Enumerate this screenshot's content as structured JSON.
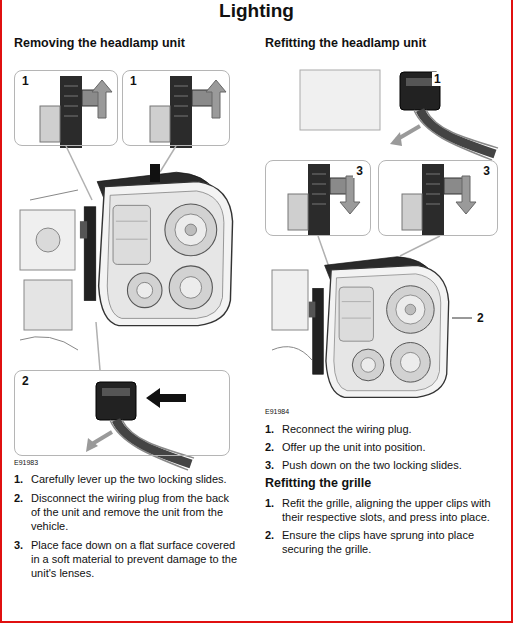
{
  "diagram": {
    "title": "Lighting",
    "nodes": [
      {
        "text": [
          "1"
        ]
      },
      {
        "text": [
          "1"
        ]
      },
      {
        "text": [
          "2"
        ]
      },
      {
        "text": [
          "3"
        ]
      },
      {
        "text": [
          "3"
        ]
      }
    ],
    "labels": [
      "Removing the headlamp unit",
      "Refitting the headlamp unit",
      "E91983",
      "1.",
      "Carefully lever up the two locking slides.",
      "2.",
      "Disconnect the wiring plug from the back of the unit and remove the unit from the vehicle.",
      "3.",
      "Place face down on a flat surface covered in a soft material to prevent damage to the unit's lenses.",
      "1",
      "2",
      "E91984",
      "1.",
      "Reconnect the wiring plug.",
      "2.",
      "Offer up the unit into position.",
      "3.",
      "Push down on the two locking slides.",
      "Refitting the grille",
      "1.",
      "Refit the grille, aligning the upper clips with their respective slots, and press into place.",
      "2.",
      "Ensure the clips have sprung into place securing the grille."
    ]
  }
}
